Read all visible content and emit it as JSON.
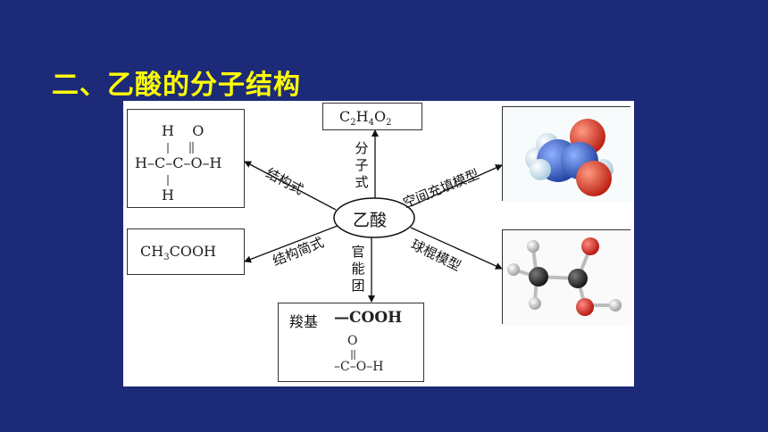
{
  "title": "二、乙酸的分子结构",
  "center": "乙酸",
  "formula": {
    "c": "C",
    "s1": "2",
    "h": "H",
    "s2": "4",
    "o": "O",
    "s3": "2"
  },
  "labels": {
    "molecular_formula": "分子式",
    "structural_formula": "结构式",
    "structural_simplified": "结构简式",
    "functional_group": "官能团",
    "space_filling": "空间充填模型",
    "ball_stick": "球棍模型"
  },
  "structure": {
    "row1": "H    O",
    "row2": "H–C–C–O–H",
    "row3": "H"
  },
  "simplified": {
    "a": "CH",
    "sub": "3",
    "b": "COOH"
  },
  "carboxyl": {
    "name": "羧基",
    "group": "—COOH",
    "row1": "O",
    "row2": "–C–O–H"
  }
}
